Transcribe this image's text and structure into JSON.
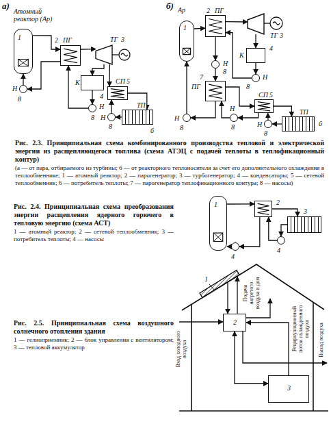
{
  "diagram": {
    "nodes": [
      {
        "text": [
          "Атомный реактор (Ар)",
          "1"
        ]
      },
      {
        "text": [
          "ПГ",
          "2"
        ]
      },
      {
        "text": [
          "ТГ",
          "3"
        ]
      },
      {
        "text": [
          "К",
          "4"
        ]
      },
      {
        "text": [
          "СП",
          "5"
        ]
      },
      {
        "text": [
          "ТП",
          "6"
        ]
      },
      {
        "text": [
          "Н",
          "8"
        ]
      },
      {
        "text": [
          "Н",
          "8"
        ]
      },
      {
        "text": [
          "Н",
          "8"
        ]
      },
      {
        "text": [
          "Ар",
          "1"
        ]
      },
      {
        "text": [
          "ПГ",
          "2"
        ]
      },
      {
        "text": [
          "ТГ",
          "3"
        ]
      },
      {
        "text": [
          "К",
          "4"
        ]
      },
      {
        "text": [
          "Н",
          "8"
        ]
      },
      {
        "text": [
          "Н",
          "8"
        ]
      },
      {
        "text": [
          "Н",
          "8"
        ]
      },
      {
        "text": [
          "ПГ",
          "7"
        ]
      },
      {
        "text": [
          "СП",
          "5"
        ]
      },
      {
        "text": [
          "ТП",
          "6"
        ]
      },
      {
        "text": [
          "Н",
          "8"
        ]
      },
      {
        "text": [
          "Н",
          "8"
        ]
      },
      {
        "text": [
          "1"
        ]
      },
      {
        "text": [
          "2"
        ]
      },
      {
        "text": [
          "3"
        ]
      },
      {
        "text": [
          "4"
        ]
      },
      {
        "text": [
          "4"
        ]
      },
      {
        "text": [
          "2"
        ]
      },
      {
        "text": [
          "3"
        ]
      }
    ],
    "edges": [
      {
        "from": 0,
        "to": 1,
        "arrow": "to"
      },
      {
        "from": 1,
        "to": 6,
        "arrow": "to"
      },
      {
        "from": 6,
        "to": 0,
        "arrow": "to"
      },
      {
        "from": 1,
        "to": 2,
        "arrow": "to"
      },
      {
        "from": 2,
        "to": 3,
        "arrow": "to"
      },
      {
        "from": 2,
        "to": 4,
        "arrow": "to"
      },
      {
        "from": 3,
        "to": 7,
        "arrow": "to"
      },
      {
        "from": 7,
        "to": 1,
        "arrow": "to"
      },
      {
        "from": 4,
        "to": 5,
        "arrow": "to"
      },
      {
        "from": 5,
        "to": 8,
        "arrow": "to"
      },
      {
        "from": 8,
        "to": 4,
        "arrow": "to"
      },
      {
        "from": 9,
        "to": 10,
        "arrow": "to"
      },
      {
        "from": 10,
        "to": 14,
        "arrow": "to"
      },
      {
        "from": 14,
        "to": 16,
        "arrow": "to"
      },
      {
        "from": 16,
        "to": 13,
        "arrow": "to"
      },
      {
        "from": 13,
        "to": 9,
        "arrow": "to"
      },
      {
        "from": 10,
        "to": 11,
        "arrow": "to"
      },
      {
        "from": 11,
        "to": 12,
        "arrow": "to"
      },
      {
        "from": 12,
        "to": 15,
        "arrow": "to"
      },
      {
        "from": 15,
        "to": 10,
        "arrow": "to"
      },
      {
        "from": 16,
        "to": 17,
        "arrow": "to"
      },
      {
        "from": 17,
        "to": 19,
        "arrow": "to"
      },
      {
        "from": 19,
        "to": 16,
        "arrow": "to"
      },
      {
        "from": 17,
        "to": 18,
        "arrow": "to"
      },
      {
        "from": 18,
        "to": 20,
        "arrow": "to"
      },
      {
        "from": 20,
        "to": 17,
        "arrow": "to"
      },
      {
        "from": 21,
        "to": 22,
        "arrow": "to"
      },
      {
        "from": 22,
        "to": 24,
        "arrow": "to"
      },
      {
        "from": 24,
        "to": 21,
        "arrow": "to"
      },
      {
        "from": 22,
        "to": 23,
        "arrow": "to"
      },
      {
        "from": 23,
        "to": 25,
        "arrow": "to"
      },
      {
        "from": 25,
        "to": 22,
        "arrow": "to"
      },
      {
        "from": 26,
        "to": 27,
        "arrow": "both"
      },
      {
        "from": 27,
        "to": 26,
        "arrow": "to"
      }
    ],
    "labels": [
      "а)",
      "б)",
      "Рис. 2.3. Принципиальная схема комбинированного производства тепловой и электрической энергии из расщепляющегося топлива (схема АТЭЦ с подачей теплоты в теплофикационный контур)",
      "(а — от пара, отбираемого из турбины; б — от реакторного теплоносителя за счет его дополнительного охлаждения в теплообменнике; 1 — атомный реактор; 2 — парогенератор; 3 — турбогенератор; 4 — конденсаторы; 5 — сетевой теплообменник; 6 — потребитель теплоты; 7 — парогенератор теплофикационного контура; 8 — насосы)",
      "Рис. 2.4. Принципиальная схема преобразования энергии расщепления ядерного горючего в тепловую энергию (схема АСТ)",
      "1 — атомный реактор; 2 — сетевой теплообменник; 3 — потребитель теплоты; 4 — насосы",
      "Рис. 2.5. Принципиальная схема воздушного солнечного отопления здания",
      "1 — гелиоприемник; 2 — блок управления с вентилятором; 3 — тепловой аккумулятор",
      "1",
      "Вход холодного воздуха",
      "Подача нагретого воздуха в дом",
      "Рециркуляционный поток охлажденного воздуха",
      "Выход воздуха"
    ]
  }
}
